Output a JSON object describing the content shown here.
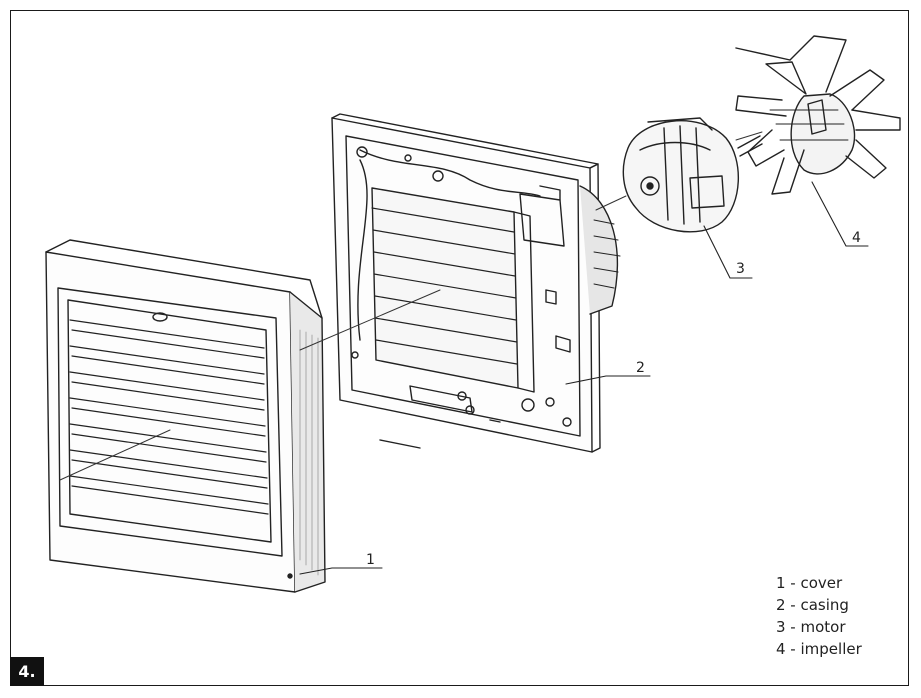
{
  "figure": {
    "number": "4."
  },
  "callouts": [
    "1",
    "2",
    "3",
    "4"
  ],
  "legend": {
    "items": [
      "1 - cover",
      "2 - casing",
      "3 - motor",
      "4 - impeller"
    ]
  }
}
